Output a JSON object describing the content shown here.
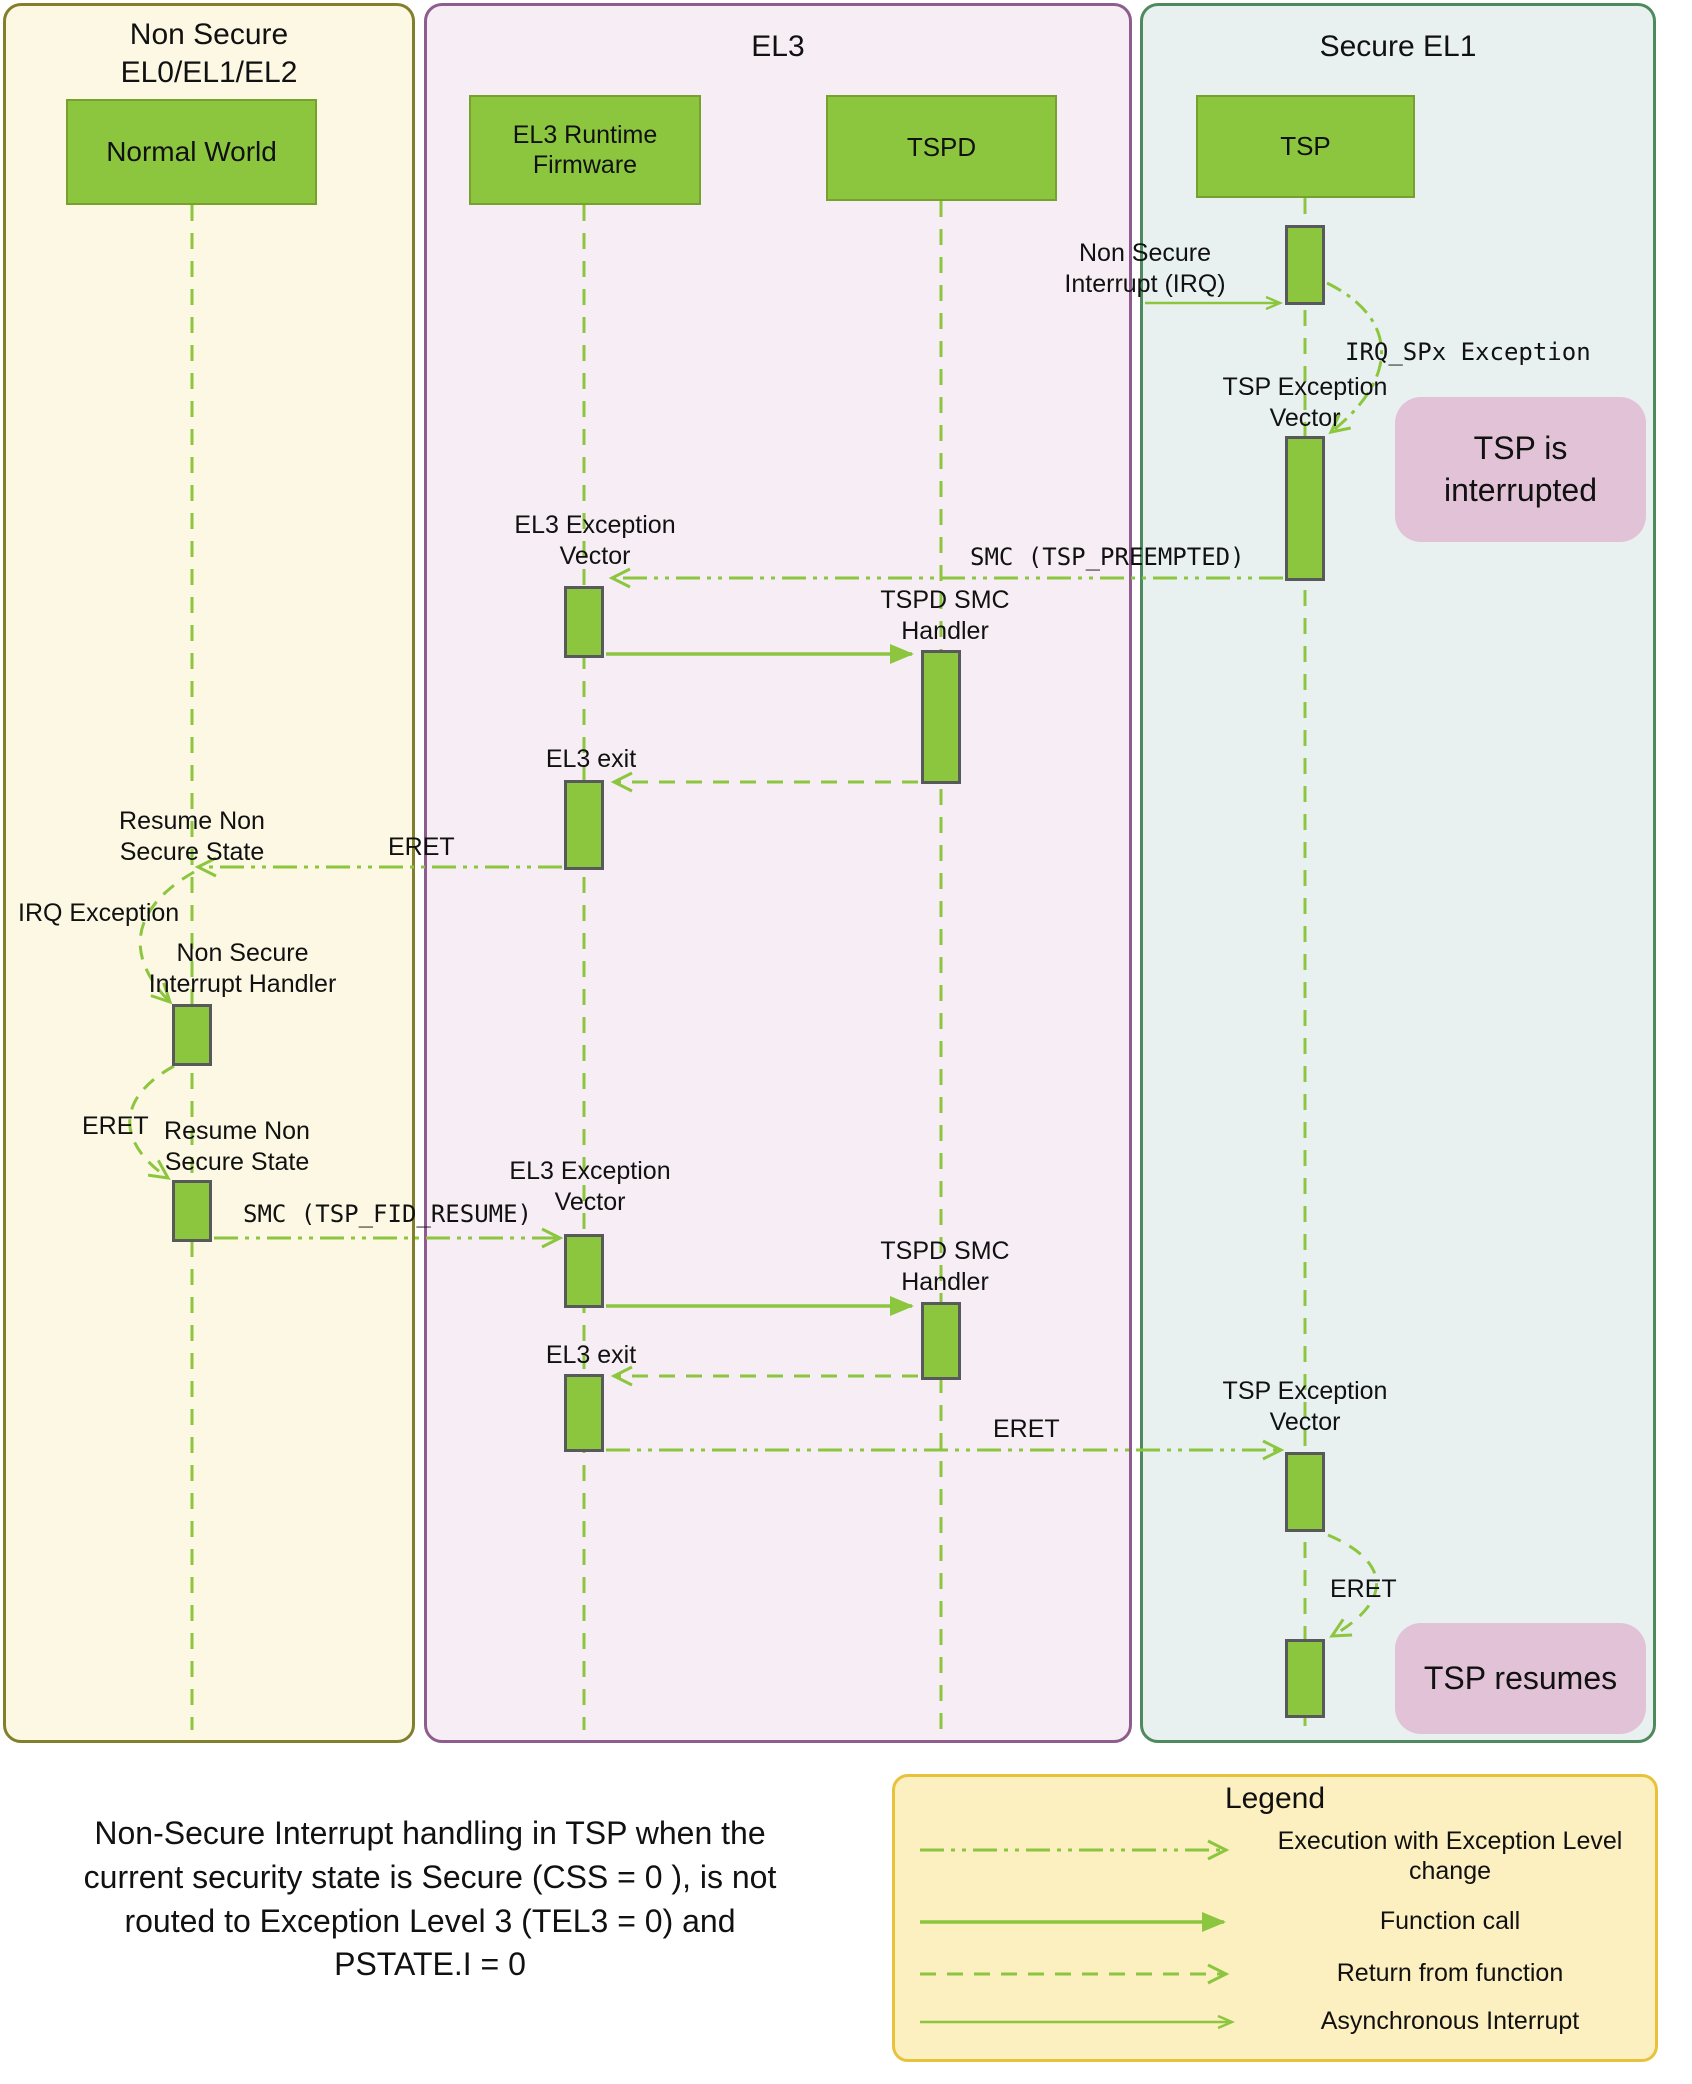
{
  "lanes": [
    {
      "title": "Non Secure\nEL0/EL1/EL2"
    },
    {
      "title": "EL3"
    },
    {
      "title": "Secure EL1"
    }
  ],
  "actors": [
    {
      "label": "Normal World"
    },
    {
      "label": "EL3 Runtime\nFirmware"
    },
    {
      "label": "TSPD"
    },
    {
      "label": "TSP"
    }
  ],
  "labels": {
    "non_secure_interrupt_irq": "Non Secure\nInterrupt (IRQ)",
    "irq_spx_exception": "IRQ_SPx Exception",
    "tsp_exception_vector_1": "TSP Exception\nVector",
    "smc_tsp_preempted": "SMC (TSP_PREEMPTED)",
    "el3_exception_vector_1": "EL3 Exception\nVector",
    "tspd_smc_handler_1": "TSPD SMC\nHandler",
    "el3_exit_1": "EL3 exit",
    "resume_non_secure_state_1": "Resume Non\nSecure State",
    "eret_1": "ERET",
    "irq_exception": "IRQ Exception",
    "non_secure_interrupt_handler": "Non Secure\nInterrupt Handler",
    "eret_2": "ERET",
    "resume_non_secure_state_2": "Resume Non\nSecure State",
    "smc_tsp_fid_resume": "SMC (TSP_FID_RESUME)",
    "el3_exception_vector_2": "EL3 Exception\nVector",
    "tspd_smc_handler_2": "TSPD SMC\nHandler",
    "el3_exit_2": "EL3 exit",
    "eret_3": "ERET",
    "tsp_exception_vector_2": "TSP Exception\nVector",
    "eret_4": "ERET"
  },
  "notes": {
    "tsp_interrupted": "TSP is\ninterrupted",
    "tsp_resumes": "TSP resumes"
  },
  "caption": "Non-Secure Interrupt handling in TSP when the\ncurrent security state is Secure (CSS = 0 ), is not\nrouted to Exception Level 3 (TEL3 = 0) and\nPSTATE.I = 0",
  "legend": {
    "title": "Legend",
    "items": [
      {
        "label": "Execution with Exception Level\nchange"
      },
      {
        "label": "Function call"
      },
      {
        "label": "Return from function"
      },
      {
        "label": "Asynchronous Interrupt"
      }
    ]
  },
  "colors": {
    "green": "#8CC63F",
    "activation_border": "#58595B",
    "lane_non_secure_bg": "#FCF8E3",
    "lane_non_secure_border": "#827F2D",
    "lane_el3_bg": "#F6EEF4",
    "lane_el3_border": "#8E5C8E",
    "lane_secure_bg": "#E8F1F0",
    "lane_secure_border": "#4F8A5E",
    "note_bg": "#E1C2D7",
    "legend_bg": "#FCEFC0",
    "legend_border": "#E9C23B"
  }
}
